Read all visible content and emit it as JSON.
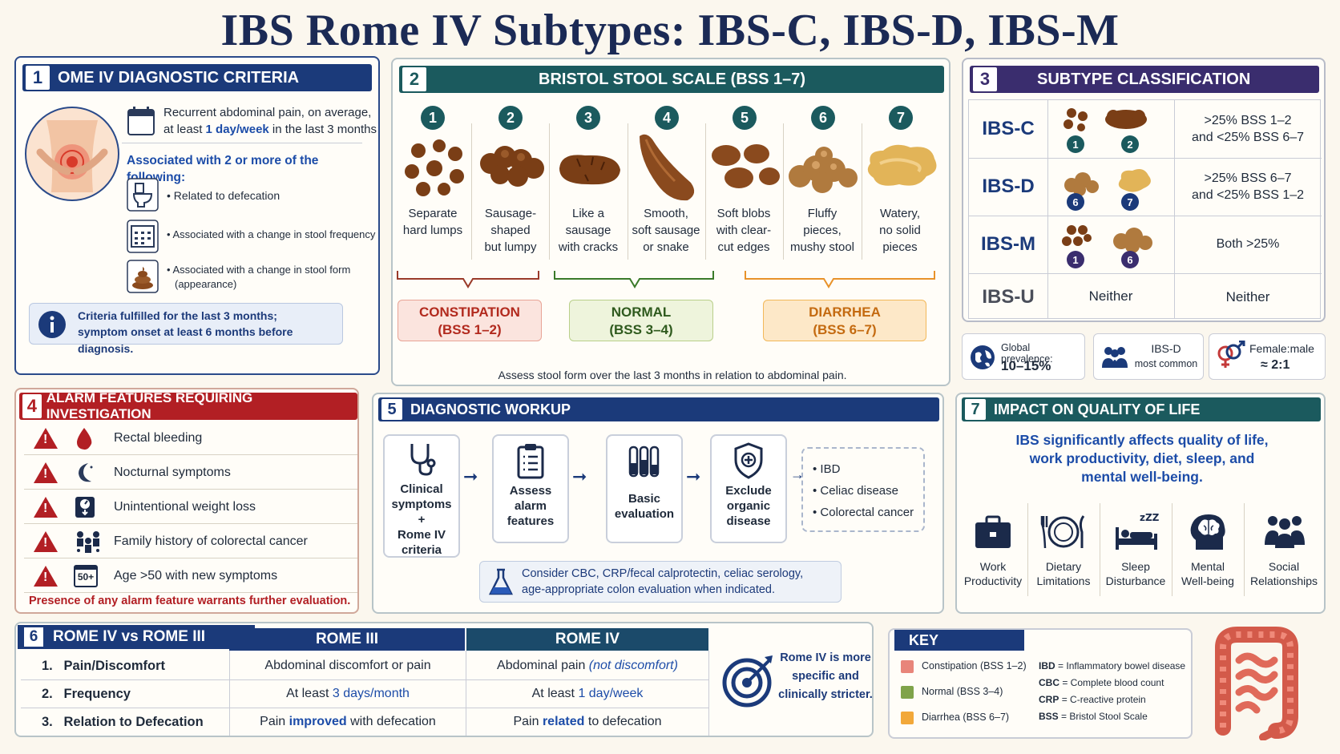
{
  "title": "IBS Rome IV Subtypes: IBS-C, IBS-D, IBS-M",
  "colors": {
    "navy": "#1b3a7a",
    "teal": "#1b5a5e",
    "purple": "#3a2d6e",
    "alarm_red": "#b21f24",
    "constipation": "#e8857a",
    "normal": "#7fa34a",
    "diarrhea": "#f2a83a"
  },
  "p1": {
    "num": "1",
    "header": "OME IV DIAGNOSTIC CRITERIA",
    "crit_pre": "Recurrent abdominal pain, on average,",
    "crit_line2_pre": "at least ",
    "crit_highlight": "1 day/week",
    "crit_line2_post": " in the last 3 months",
    "assoc_title": "Associated with 2 or more of the following:",
    "items": [
      "Related to defecation",
      "Associated with a change in stool frequency",
      "Associated with a change in stool form",
      "(appearance)"
    ],
    "note1": "Criteria fulfilled for the last 3 months;",
    "note2": "symptom onset at least 6 months before diagnosis."
  },
  "p2": {
    "num": "2",
    "header": "BRISTOL STOOL SCALE (BSS 1–7)",
    "types": [
      {
        "n": "1",
        "l1": "Separate",
        "l2": "hard lumps",
        "l3": ""
      },
      {
        "n": "2",
        "l1": "Sausage-",
        "l2": "shaped",
        "l3": "but lumpy"
      },
      {
        "n": "3",
        "l1": "Like a",
        "l2": "sausage",
        "l3": "with cracks"
      },
      {
        "n": "4",
        "l1": "Smooth,",
        "l2": "soft sausage",
        "l3": "or snake"
      },
      {
        "n": "5",
        "l1": "Soft blobs",
        "l2": "with clear-",
        "l3": "cut edges"
      },
      {
        "n": "6",
        "l1": "Fluffy",
        "l2": "pieces,",
        "l3": "mushy stool"
      },
      {
        "n": "7",
        "l1": "Watery,",
        "l2": "no solid",
        "l3": "pieces"
      }
    ],
    "groups": [
      {
        "name": "CONSTIPATION",
        "range": "(BSS 1–2)"
      },
      {
        "name": "NORMAL",
        "range": "(BSS 3–4)"
      },
      {
        "name": "DIARRHEA",
        "range": "(BSS 6–7)"
      }
    ],
    "footer": "Assess stool form over the last 3 months in relation to abdominal pain."
  },
  "p3": {
    "num": "3",
    "header": "SUBTYPE CLASSIFICATION",
    "rows": [
      {
        "name": "IBS-C",
        "a": "1",
        "b": "2",
        "desc1": ">25% BSS 1–2",
        "desc2": "and <25% BSS 6–7"
      },
      {
        "name": "IBS-D",
        "a": "6",
        "b": "7",
        "desc1": ">25% BSS 6–7",
        "desc2": "and <25% BSS 1–2"
      },
      {
        "name": "IBS-M",
        "a": "1",
        "b": "6",
        "desc1": "Both >25%",
        "desc2": ""
      },
      {
        "name": "IBS-U",
        "mid": "Neither",
        "desc1": "Neither"
      }
    ],
    "stats": [
      {
        "l1": "Global prevalence:",
        "l2": "10–15%"
      },
      {
        "l1": "IBS-D",
        "l2": "most common"
      },
      {
        "l1": "Female:male",
        "l2": "≈ 2:1"
      }
    ]
  },
  "p4": {
    "num": "4",
    "header": "ALARM FEATURES REQUIRING INVESTIGATION",
    "items": [
      "Rectal bleeding",
      "Nocturnal symptoms",
      "Unintentional weight loss",
      "Family history of colorectal cancer",
      "Age >50 with new symptoms"
    ],
    "age_badge": "50+",
    "footer": "Presence of any alarm feature warrants further evaluation."
  },
  "p5": {
    "num": "5",
    "header": "DIAGNOSTIC WORKUP",
    "steps": [
      {
        "l1": "Clinical",
        "l2": "symptoms",
        "l3": "+",
        "l4": "Rome IV",
        "l5": "criteria"
      },
      {
        "l1": "Assess",
        "l2": "alarm",
        "l3": "features"
      },
      {
        "l1": "Basic",
        "l2": "evaluation"
      },
      {
        "l1": "Exclude",
        "l2": "organic",
        "l3": "disease"
      }
    ],
    "exclusions": [
      "IBD",
      "Celiac disease",
      "Colorectal cancer"
    ],
    "note1": "Consider CBC, CRP/fecal calprotectin, celiac serology,",
    "note2": "age-appropriate colon evaluation when indicated."
  },
  "p7": {
    "num": "7",
    "header": "IMPACT ON QUALITY OF LIFE",
    "l1_pre": "IBS significantly affects quality of life,",
    "l2_pre": "work productivity, ",
    "l2_diet": "diet",
    "l2_mid": ", ",
    "l2_sleep": "sleep",
    "l2_post": ", and",
    "l3": "mental well-being.",
    "items": [
      {
        "l1": "Work",
        "l2": "Productivity"
      },
      {
        "l1": "Dietary",
        "l2": "Limitations"
      },
      {
        "l1": "Sleep",
        "l2": "Disturbance"
      },
      {
        "l1": "Mental",
        "l2": "Well-being"
      },
      {
        "l1": "Social",
        "l2": "Relationships"
      }
    ]
  },
  "p6": {
    "num": "6",
    "header": "ROME IV vs ROME III",
    "col3": "ROME III",
    "col4": "ROME IV",
    "rows": [
      {
        "label": "1.   Pain/Discomfort",
        "r3": "Abdominal discomfort or pain",
        "r4_pre": "Abdominal pain ",
        "r4_hl": "(not discomfort)",
        "r4_post": ""
      },
      {
        "label": "2.   Frequency",
        "r3_pre": "At least ",
        "r3_hl": "3 days/month",
        "r4_pre": "At least ",
        "r4_hl": "1 day/week",
        "r4_post": ""
      },
      {
        "label": "3.   Relation to Defecation",
        "r3_pre": "Pain ",
        "r3_hl": "improved",
        "r3_post": " with defecation",
        "r4_pre": "Pain ",
        "r4_hl": "related",
        "r4_post": " to defecation"
      }
    ],
    "note1": "Rome IV is more",
    "note2": "specific and",
    "note3": "clinically stricter."
  },
  "key": {
    "header": "KEY",
    "swatches": [
      "Constipation (BSS 1–2)",
      "Normal (BSS 3–4)",
      "Diarrhea (BSS 6–7)"
    ],
    "abbrev": [
      {
        "k": "IBD",
        "v": "= Inflammatory bowel disease"
      },
      {
        "k": "CBC",
        "v": "= Complete blood count"
      },
      {
        "k": "CRP",
        "v": "= C-reactive protein"
      },
      {
        "k": "BSS",
        "v": "= Bristol Stool Scale"
      }
    ]
  }
}
